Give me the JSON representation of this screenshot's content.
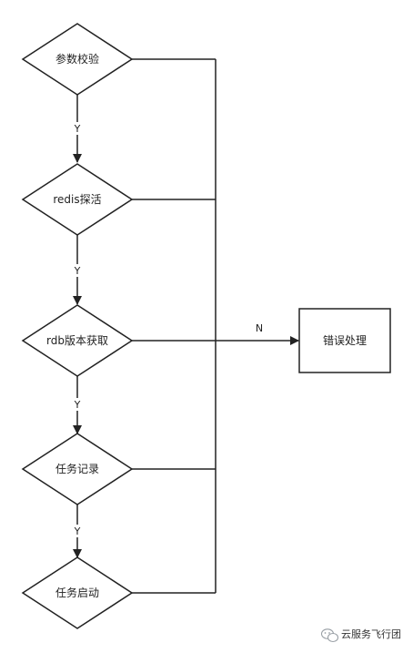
{
  "diagram": {
    "nodes": [
      {
        "id": "param-check",
        "label": "参数校验",
        "shape": "diamond"
      },
      {
        "id": "redis-probe",
        "label": "redis探活",
        "shape": "diamond"
      },
      {
        "id": "rdb-version",
        "label": "rdb版本获取",
        "shape": "diamond"
      },
      {
        "id": "task-record",
        "label": "任务记录",
        "shape": "diamond"
      },
      {
        "id": "task-start",
        "label": "任务启动",
        "shape": "diamond"
      },
      {
        "id": "error-handle",
        "label": "错误处理",
        "shape": "rect"
      }
    ],
    "edges": [
      {
        "from": "param-check",
        "to": "redis-probe",
        "label": "Y"
      },
      {
        "from": "redis-probe",
        "to": "rdb-version",
        "label": "Y"
      },
      {
        "from": "rdb-version",
        "to": "task-record",
        "label": "Y"
      },
      {
        "from": "task-record",
        "to": "task-start",
        "label": "Y"
      },
      {
        "from": "rdb-version",
        "to": "error-handle",
        "label": "N"
      }
    ]
  },
  "watermark": {
    "text": "云服务飞行团",
    "icon": "wechat-icon"
  }
}
